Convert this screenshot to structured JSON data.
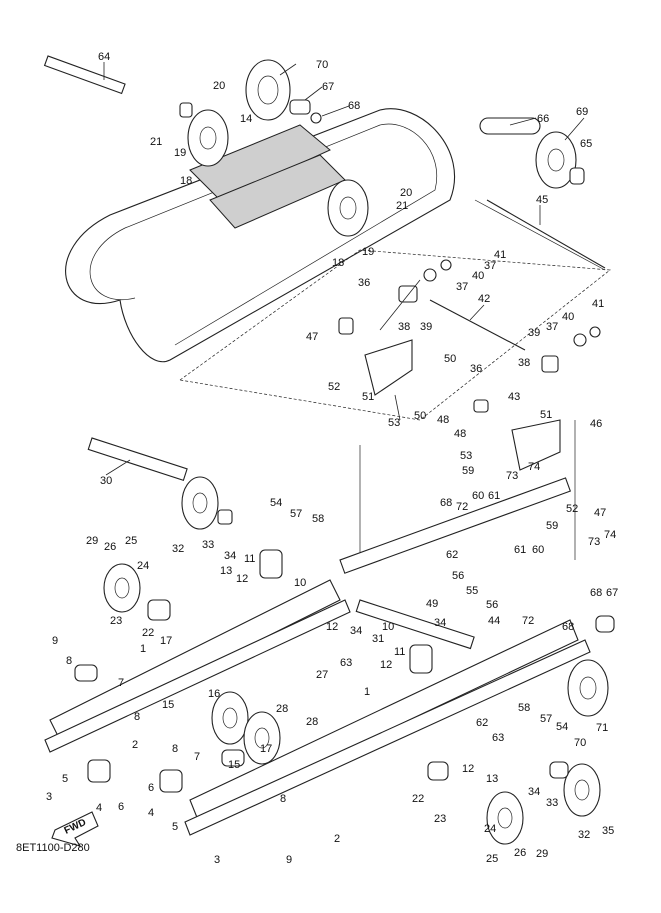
{
  "diagram_code": "8ET1100-D280",
  "fwd_label": "FWD",
  "callouts": [
    "1",
    "2",
    "3",
    "4",
    "5",
    "6",
    "7",
    "8",
    "9",
    "10",
    "11",
    "12",
    "13",
    "14",
    "15",
    "16",
    "17",
    "18",
    "19",
    "20",
    "21",
    "22",
    "23",
    "24",
    "25",
    "26",
    "27",
    "28",
    "29",
    "30",
    "31",
    "32",
    "33",
    "34",
    "35",
    "36",
    "37",
    "38",
    "39",
    "40",
    "41",
    "42",
    "43",
    "44",
    "45",
    "46",
    "47",
    "48",
    "49",
    "50",
    "51",
    "52",
    "53",
    "54",
    "55",
    "56",
    "57",
    "58",
    "59",
    "60",
    "61",
    "62",
    "63",
    "64",
    "65",
    "66",
    "67",
    "68",
    "69",
    "70",
    "71",
    "72",
    "73",
    "74"
  ]
}
